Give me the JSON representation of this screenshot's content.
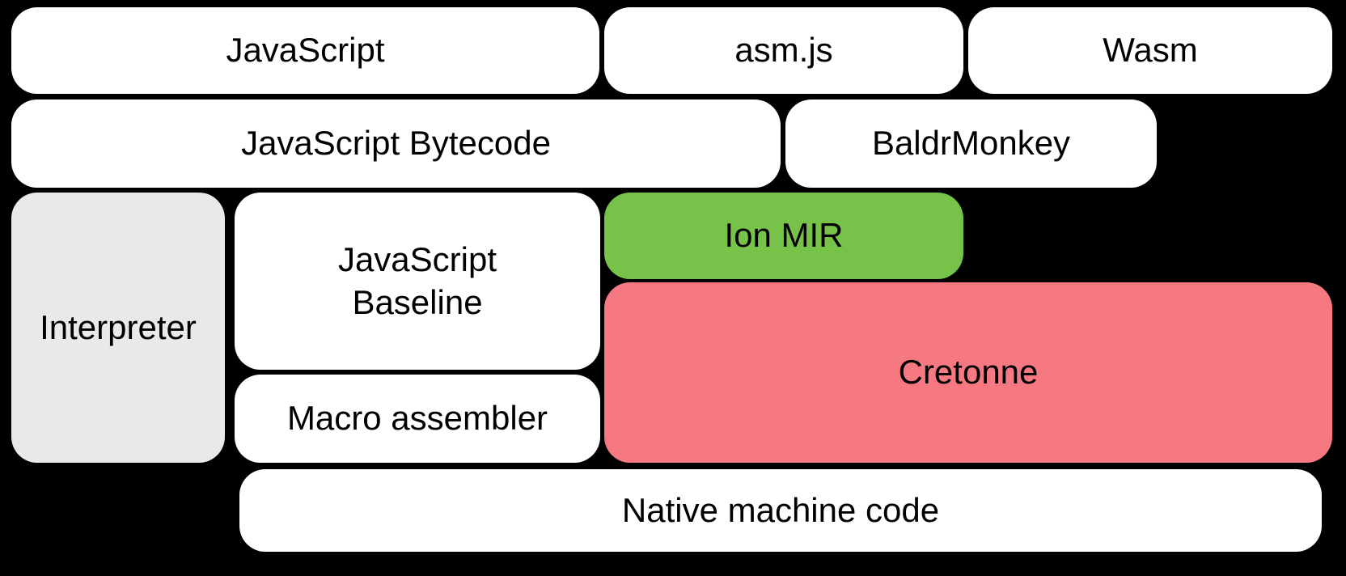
{
  "diagram": {
    "title": "SpiderMonkey compiler pipeline diagram",
    "background_color": "#000000",
    "text_color": "#000000",
    "colors": {
      "default_box": "#ffffff",
      "interpreter_gray": "#e9e9e9",
      "ion_mir_green": "#77c34a",
      "cretonne_pink": "#f67982"
    },
    "boxes": [
      {
        "id": "javascript",
        "label": "JavaScript",
        "fill": "#ffffff"
      },
      {
        "id": "asmjs",
        "label": "asm.js",
        "fill": "#ffffff"
      },
      {
        "id": "wasm",
        "label": "Wasm",
        "fill": "#ffffff"
      },
      {
        "id": "javascript-bytecode",
        "label": "JavaScript Bytecode",
        "fill": "#ffffff"
      },
      {
        "id": "baldrmonkey",
        "label": "BaldrMonkey",
        "fill": "#ffffff"
      },
      {
        "id": "interpreter",
        "label": "Interpreter",
        "fill": "#e9e9e9"
      },
      {
        "id": "javascript-baseline",
        "label": "JavaScript Baseline",
        "fill": "#ffffff"
      },
      {
        "id": "ion-mir",
        "label": "Ion MIR",
        "fill": "#77c34a"
      },
      {
        "id": "cretonne",
        "label": "Cretonne",
        "fill": "#f67982"
      },
      {
        "id": "macro-assembler",
        "label": "Macro assembler",
        "fill": "#ffffff"
      },
      {
        "id": "native-machine-code",
        "label": "Native machine code",
        "fill": "#ffffff"
      }
    ]
  }
}
